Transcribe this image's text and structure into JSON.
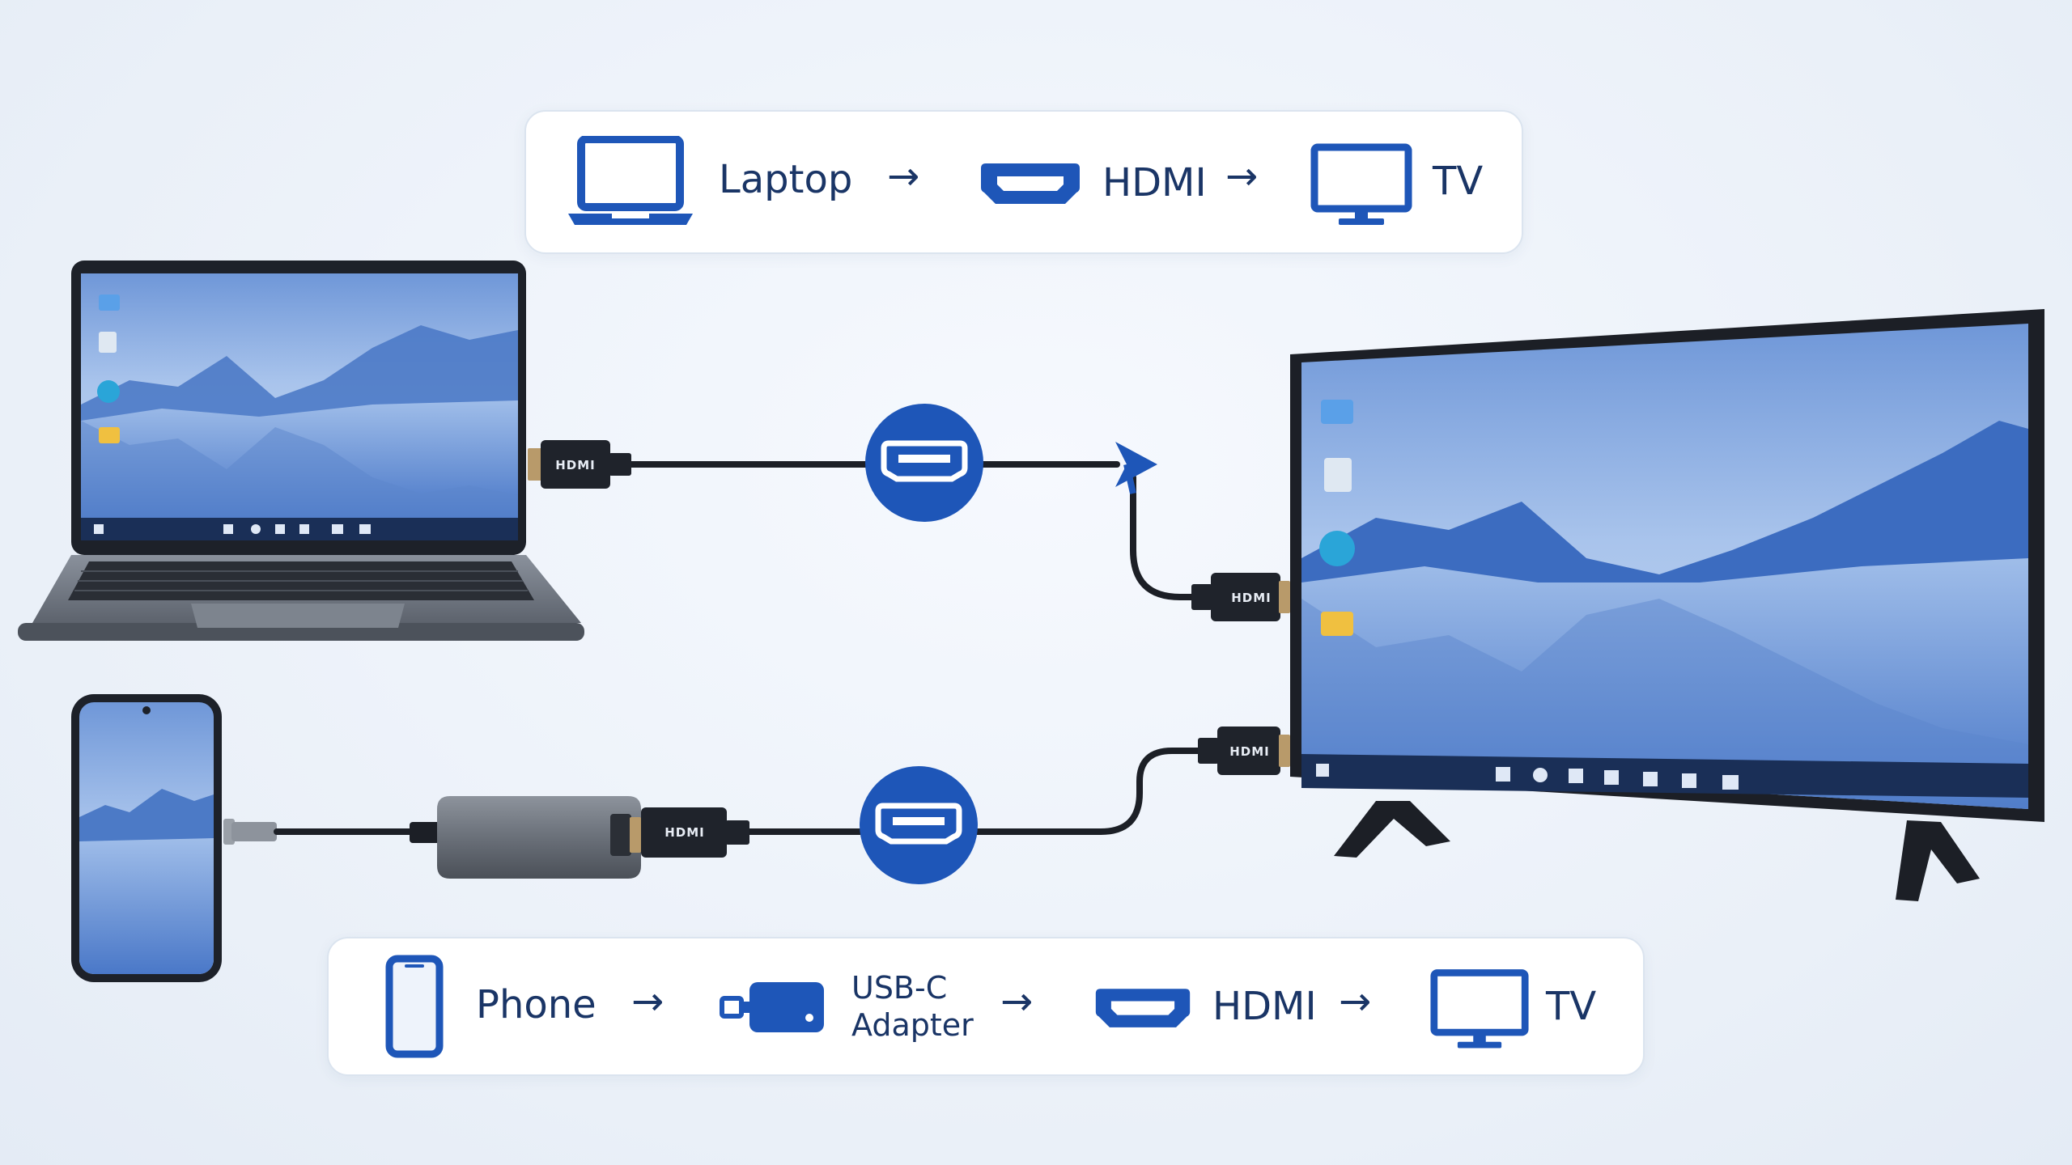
{
  "top_flow": {
    "steps": [
      {
        "label": "Laptop",
        "icon": "laptop-icon"
      },
      {
        "label": "HDMI",
        "icon": "hdmi-port-icon"
      },
      {
        "label": "TV",
        "icon": "monitor-icon"
      }
    ],
    "arrow": "→"
  },
  "bottom_flow": {
    "steps": [
      {
        "label": "Phone",
        "icon": "phone-icon"
      },
      {
        "label_line1": "USB-C",
        "label_line2": "Adapter",
        "icon": "usb-c-adapter-icon"
      },
      {
        "label": "HDMI",
        "icon": "hdmi-port-icon"
      },
      {
        "label": "TV",
        "icon": "monitor-icon"
      }
    ],
    "arrow": "→"
  },
  "connectors": {
    "laptop_plug": "HDMI",
    "tv_plug_upper": "HDMI",
    "tv_plug_lower": "HDMI",
    "adapter_plug": "HDMI"
  },
  "colors": {
    "accent": "#1e56b8",
    "text": "#1a3566",
    "cable": "#1c1f26",
    "screen_sky": "#8fb3e6",
    "mountains": "#2f5fb3"
  }
}
